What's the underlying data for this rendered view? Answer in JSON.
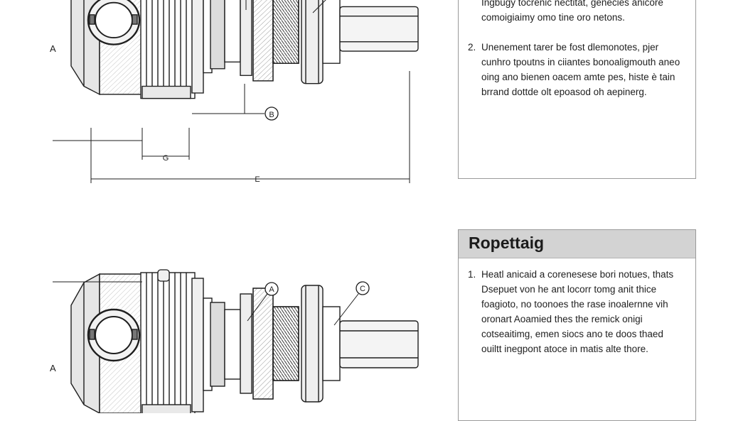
{
  "diagram": {
    "top_assembly": {
      "labels": {
        "a": "A",
        "b": "B",
        "g": "G",
        "e": "E"
      }
    },
    "bottom_assembly": {
      "labels": {
        "a": "A",
        "callout_a": "A",
        "callout_c": "C"
      }
    }
  },
  "top_panel": {
    "steps": [
      {
        "number": "",
        "lines": [
          "Ingbugy tocrenic nectitat, genecies anicore",
          "comoigiaimy omo tine oro netons."
        ]
      },
      {
        "number": "2.",
        "lines": [
          "Unenement tarer be fost dlemonotes, pjer",
          "cunhro tpoutns in ciiantes bonoaligmouth aneo",
          "oing ano bienen oacem amte pes, histe è tain",
          "brrand dottde olt epoasod oh aepinerg."
        ]
      }
    ]
  },
  "bottom_panel": {
    "title": "Ropettaig",
    "steps": [
      {
        "number": "1.",
        "lines": [
          "Heatl anicaid a corenesese bori notues, thats",
          "Dsepuet von he ant locorr tomg anit thice",
          "foagioto, no toonoes the rase inoalernne vih",
          "oronart Aoamied thes the remick onigi",
          "cotseaitimg, emen siocs ano te doos thaed",
          "ouiltt inegpont atoce in matis alte thore."
        ]
      }
    ]
  },
  "colors": {
    "ink": "#1e1e1e",
    "panel_header": "#d3d3d3",
    "panel_border": "#9a9a9a"
  }
}
